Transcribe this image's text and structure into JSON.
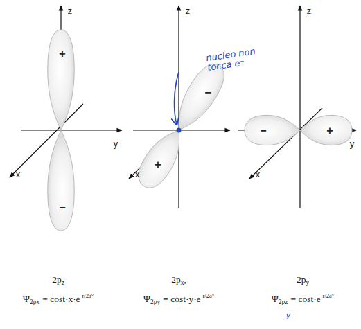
{
  "diagram": {
    "labels": [
      "z",
      "y",
      "x",
      "+",
      "−",
      "z",
      "x",
      "−",
      "+",
      "nucleo non tocca e⁻",
      "z",
      "y",
      "x",
      "−",
      "+",
      "2p",
      "z",
      "Ψ",
      "2px",
      "= cost·x·e",
      "-r/2a°",
      "2p",
      "x",
      ",",
      "Ψ",
      "2py",
      "= cost·y·e",
      "-r/2a°",
      "2p",
      "y",
      "Ψ",
      "2pz",
      "= cost·e",
      "-r/2a°",
      "y"
    ]
  }
}
